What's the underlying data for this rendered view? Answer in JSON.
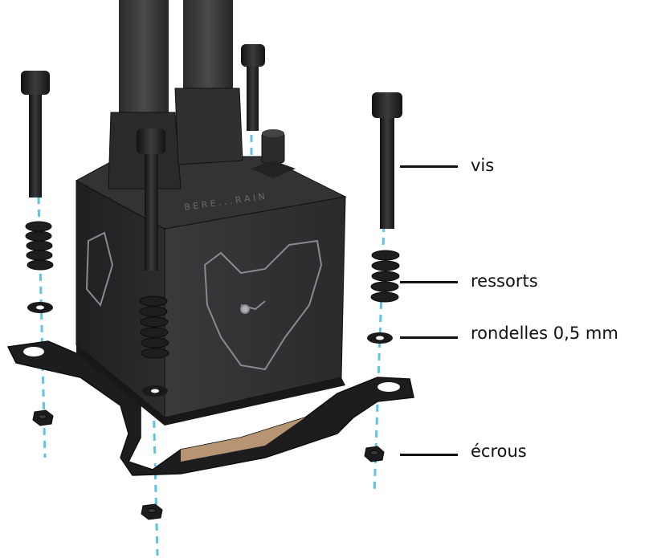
{
  "diagram": {
    "callouts": [
      {
        "id": "screws",
        "text": "vis"
      },
      {
        "id": "springs",
        "text": "ressorts"
      },
      {
        "id": "washers",
        "text": "rondelles 0,5 mm"
      },
      {
        "id": "nuts",
        "text": "écrous"
      }
    ]
  },
  "colors": {
    "body": "#2e2e30",
    "body_dark": "#1c1c1e",
    "hardware": "#1e1e20",
    "guide_line": "#5ec4e6",
    "copper": "#c9a27c",
    "text": "#111111"
  },
  "icons": [
    "screw-icon",
    "spring-icon",
    "washer-icon",
    "nut-icon",
    "bear-logo-icon"
  ]
}
